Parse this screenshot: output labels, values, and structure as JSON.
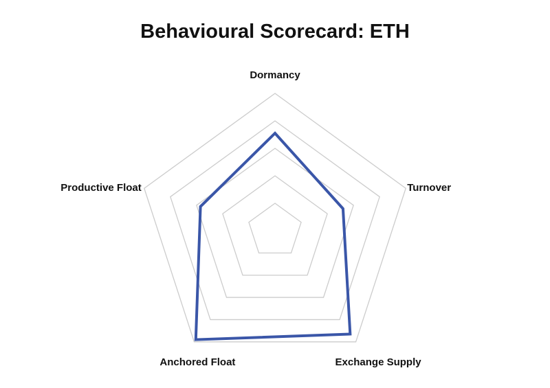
{
  "chart_data": {
    "type": "radar",
    "title": "Behavioural Scorecard: ETH",
    "axes": [
      "Dormancy",
      "Turnover",
      "Exchange Supply",
      "Anchored Float",
      "Productive Float"
    ],
    "rmax": 1.0,
    "rings": [
      0.2,
      0.4,
      0.6,
      0.8,
      1.0
    ],
    "grid": true,
    "series": [
      {
        "values": [
          0.71,
          0.52,
          0.93,
          0.98,
          0.57
        ]
      }
    ]
  },
  "colors": {
    "series": "#3a56a8",
    "grid": "#cccccc",
    "text": "#111111"
  }
}
